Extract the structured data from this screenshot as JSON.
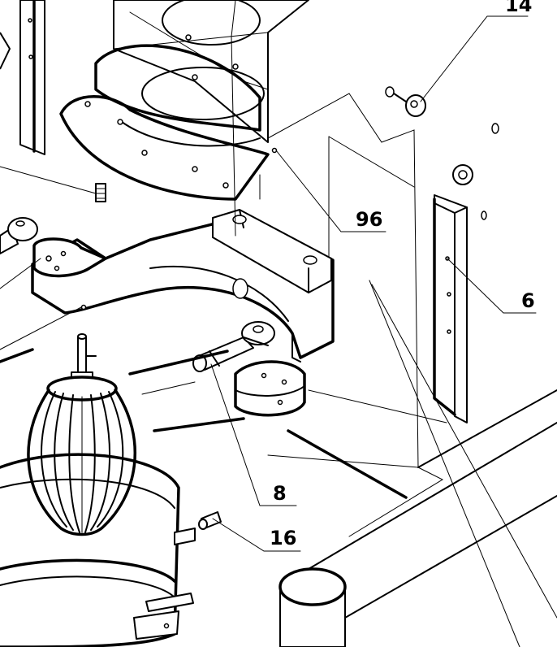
{
  "callouts": {
    "c14": "14",
    "c96": "96",
    "c6": "6",
    "c8": "8",
    "c16": "16"
  }
}
